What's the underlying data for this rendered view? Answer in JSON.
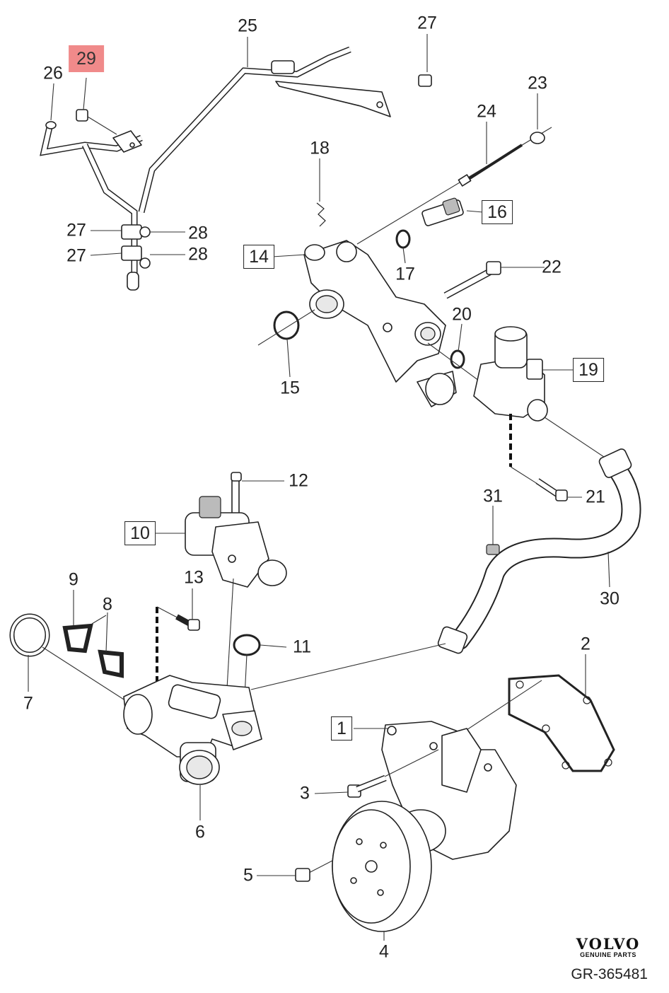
{
  "diagram": {
    "callouts": {
      "c1": "1",
      "c2": "2",
      "c3": "3",
      "c4": "4",
      "c5": "5",
      "c6": "6",
      "c7": "7",
      "c8": "8",
      "c9": "9",
      "c10": "10",
      "c11": "11",
      "c12": "12",
      "c13": "13",
      "c14": "14",
      "c15": "15",
      "c16": "16",
      "c17": "17",
      "c18": "18",
      "c19": "19",
      "c20": "20",
      "c21": "21",
      "c22": "22",
      "c23": "23",
      "c24": "24",
      "c25": "25",
      "c26": "26",
      "c27a": "27",
      "c27b": "27",
      "c27c": "27",
      "c28a": "28",
      "c28b": "28",
      "c29": "29",
      "c30": "30",
      "c31": "31"
    },
    "highlight_color": "#f08a8a",
    "brand": {
      "logo": "VOLVO",
      "tagline": "GENUINE PARTS"
    },
    "reference": "GR-365481"
  }
}
